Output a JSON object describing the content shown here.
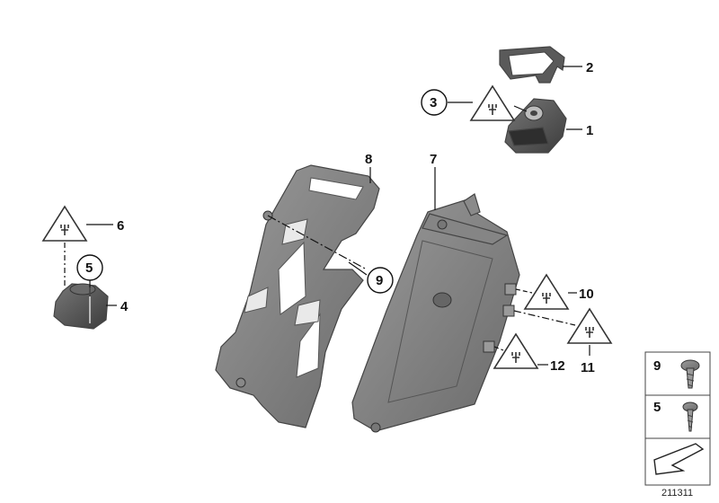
{
  "callouts": {
    "c1": "1",
    "c2": "2",
    "c3": "3",
    "c4": "4",
    "c5": "5",
    "c6": "6",
    "c7": "7",
    "c8": "8",
    "c9": "9",
    "c10": "10",
    "c11": "11",
    "c12": "12"
  },
  "legend": {
    "screw9": "9",
    "screw5": "5"
  },
  "doc_id": "211311",
  "icons": [
    "plug-warning-icon",
    "screw-icon",
    "arrow-icon"
  ]
}
